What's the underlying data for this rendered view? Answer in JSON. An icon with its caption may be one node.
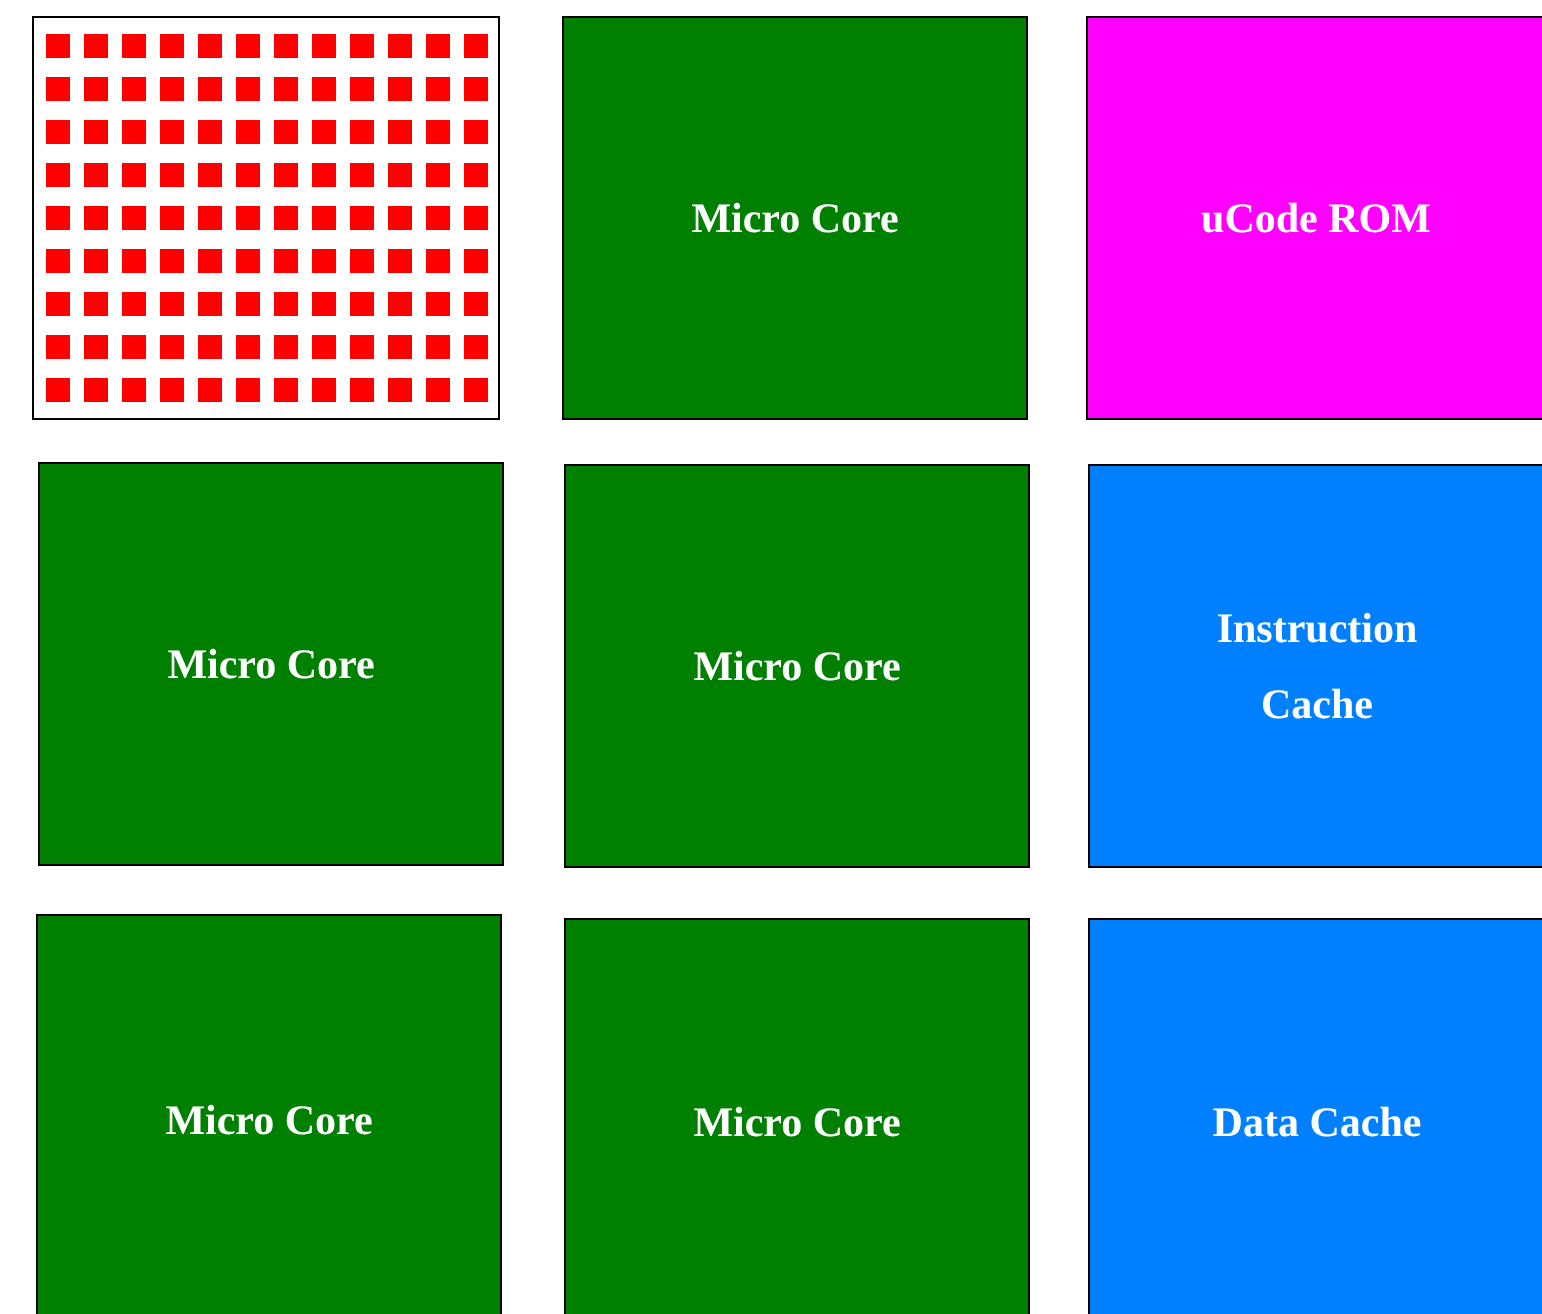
{
  "diagram": {
    "nodes": [
      {
        "text": [],
        "shape": "picture"
      },
      {
        "text": [
          "Micro Core"
        ]
      },
      {
        "text": [
          "uCode ROM"
        ]
      },
      {
        "text": [
          "Micro Core"
        ]
      },
      {
        "text": [
          "Micro Core"
        ]
      },
      {
        "text": [
          "Instruction Cache"
        ]
      },
      {
        "text": [
          "Micro Core"
        ]
      },
      {
        "text": [
          "Micro Core"
        ]
      },
      {
        "text": [
          "Data Cache"
        ]
      }
    ]
  }
}
